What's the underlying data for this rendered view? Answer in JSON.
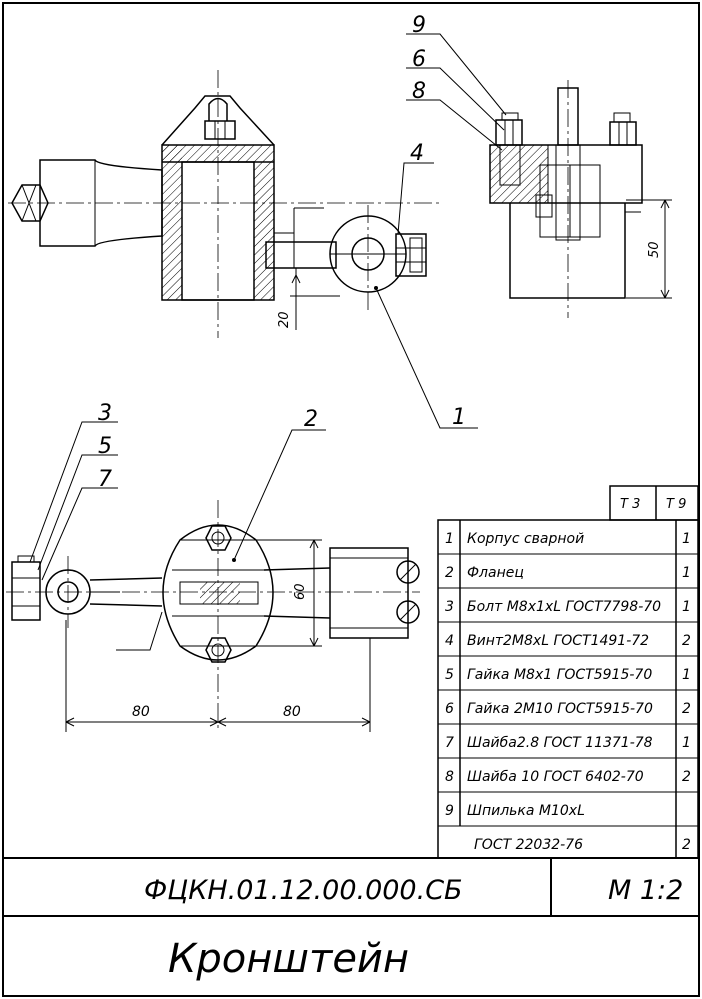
{
  "callouts": {
    "n1": "1",
    "n2": "2",
    "n3": "3",
    "n4": "4",
    "n5": "5",
    "n6": "6",
    "n7": "7",
    "n8": "8",
    "n9": "9"
  },
  "dimensions": {
    "d20": "20",
    "d50": "50",
    "d60": "60",
    "d80_left": "80",
    "d80_right": "80"
  },
  "format_labels": {
    "t3": "Т 3",
    "t9": "Т 9"
  },
  "parts_list": [
    {
      "pos": "1",
      "name": "Корпус сварной",
      "qty": "1"
    },
    {
      "pos": "2",
      "name": "Фланец",
      "qty": "1"
    },
    {
      "pos": "3",
      "name": "Болт М8х1хL ГОСТ7798-70",
      "qty": "1"
    },
    {
      "pos": "4",
      "name": "Винт2М8хL ГОСТ1491-72",
      "qty": "2"
    },
    {
      "pos": "5",
      "name": "Гайка М8х1 ГОСТ5915-70",
      "qty": "1"
    },
    {
      "pos": "6",
      "name": "Гайка 2М10 ГОСТ5915-70",
      "qty": "2"
    },
    {
      "pos": "7",
      "name": "Шайба2.8 ГОСТ 11371-78",
      "qty": "1"
    },
    {
      "pos": "8",
      "name": "Шайба 10 ГОСТ 6402-70",
      "qty": "2"
    },
    {
      "pos": "9",
      "name": "Шпилька М10хL",
      "qty": ""
    },
    {
      "pos": "",
      "name": "ГОСТ 22032-76",
      "qty": "2"
    }
  ],
  "title_block": {
    "designation": "ФЦКН.01.12.00.000.СБ",
    "scale": "М 1:2",
    "name": "Кронштейн"
  }
}
